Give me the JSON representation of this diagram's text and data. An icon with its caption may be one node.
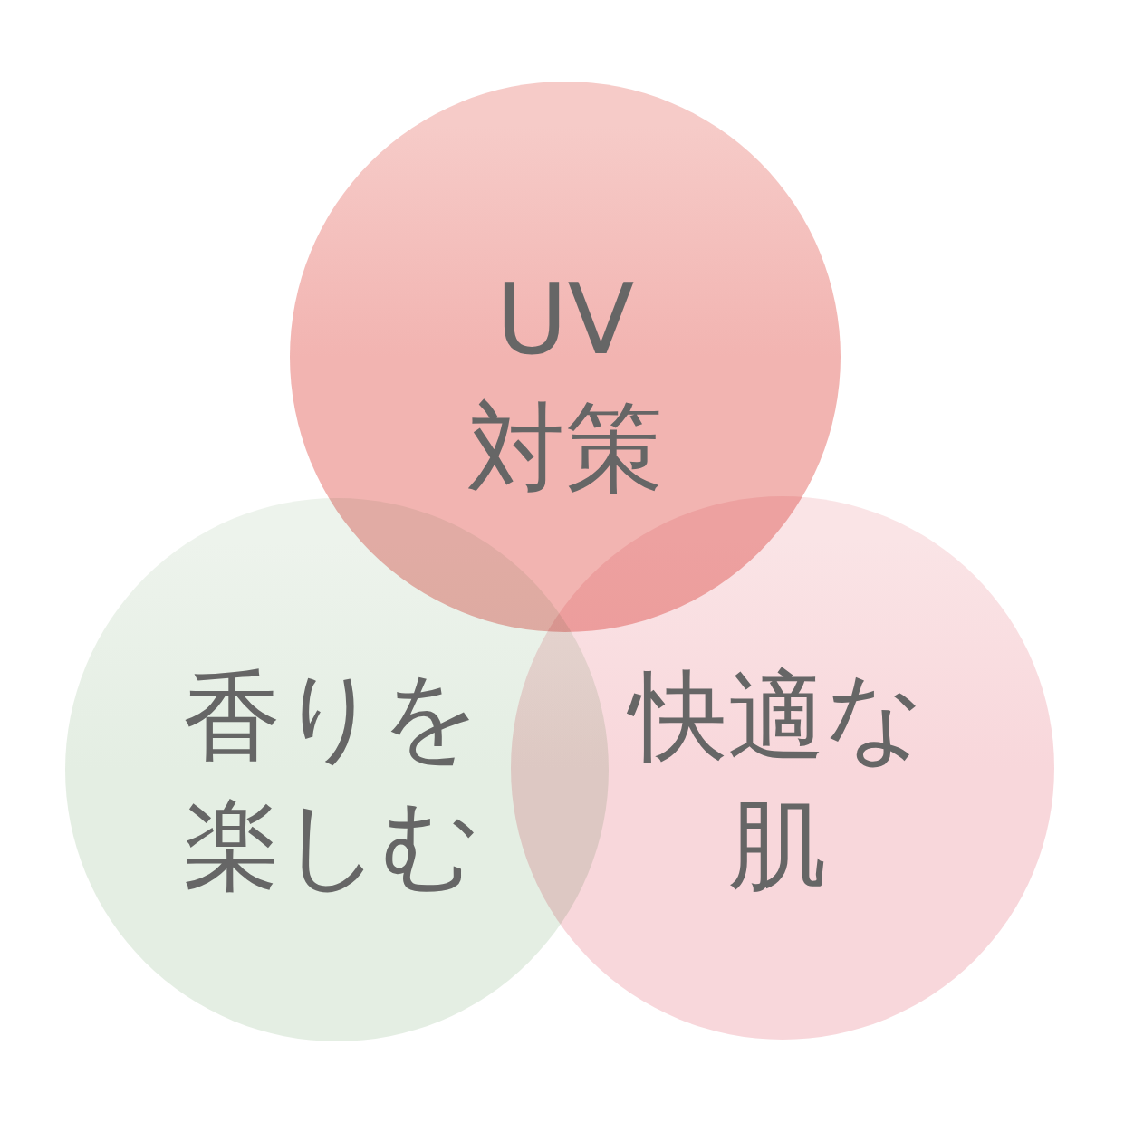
{
  "diagram": {
    "nodes": [
      {
        "text": [
          "UV対策"
        ]
      },
      {
        "text": [
          "香りを楽しむ"
        ]
      },
      {
        "text": [
          "快適な肌"
        ]
      }
    ]
  }
}
